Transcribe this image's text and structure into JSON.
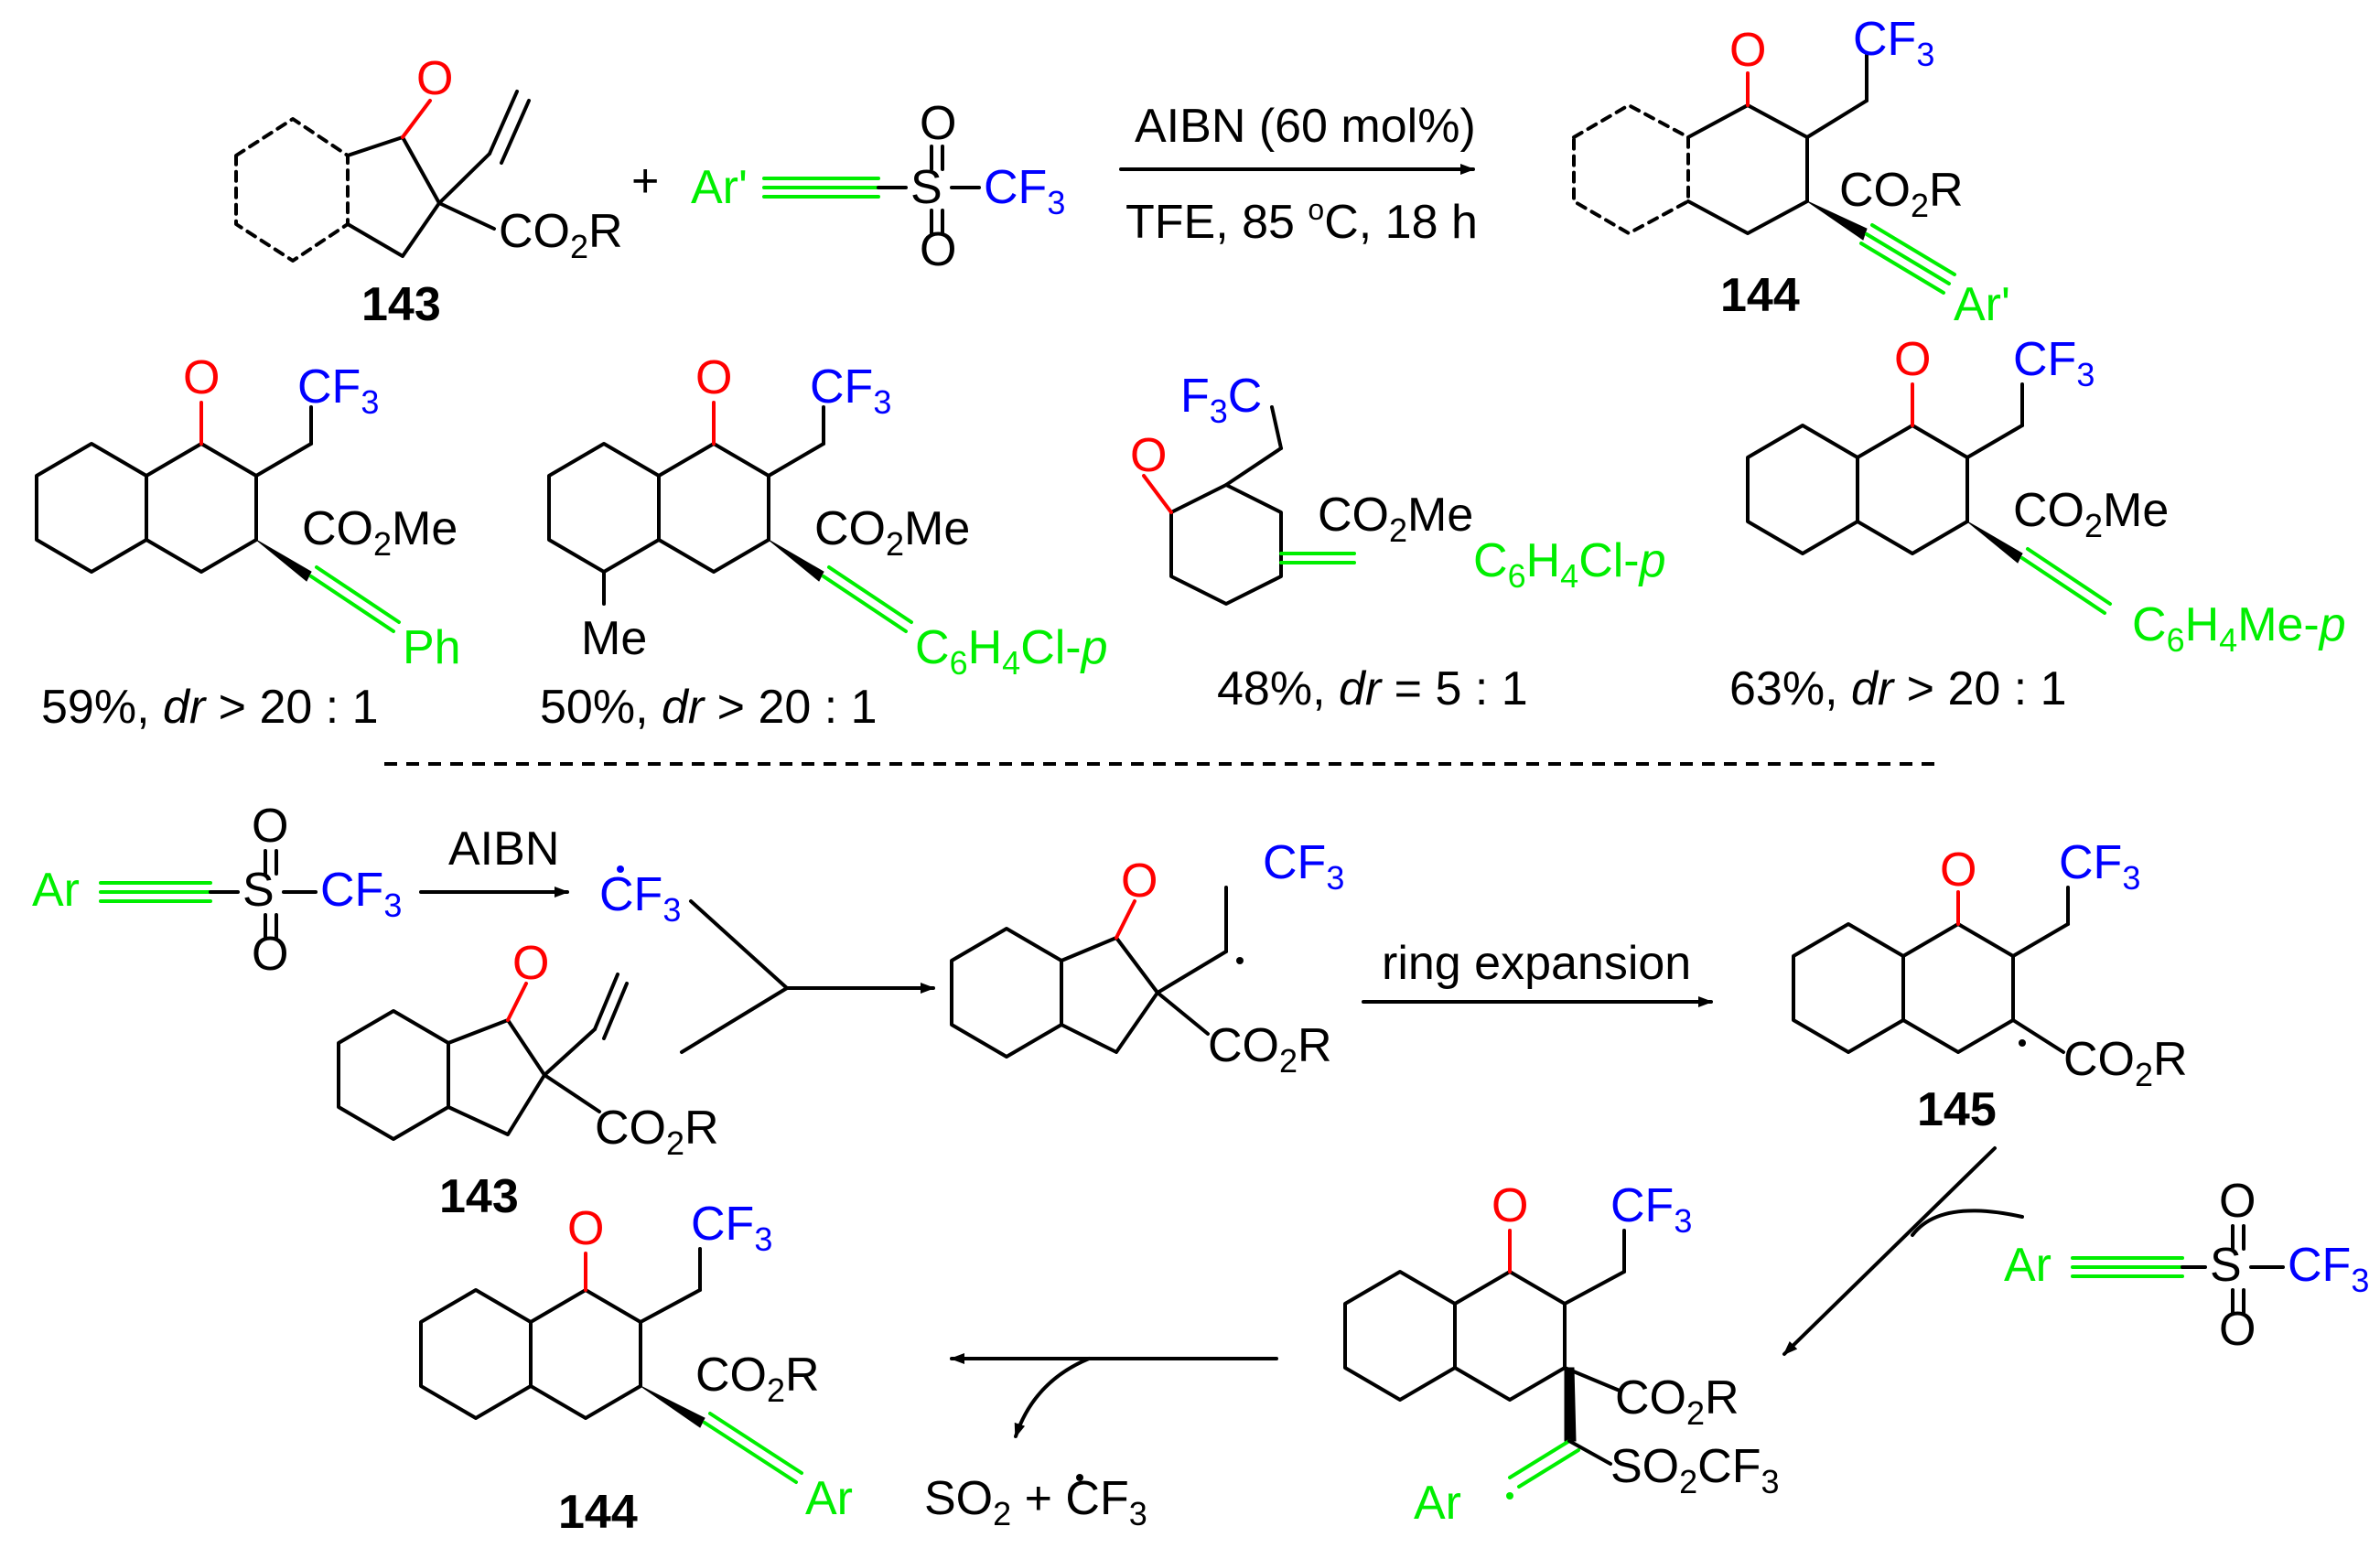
{
  "reaction": {
    "reagent_top": "AIBN (60 mol%)",
    "conditions_bottom": "TFE, 85 °C, 18 h",
    "compound_143": "143",
    "compound_144": "144",
    "compound_145": "145",
    "plus": "+"
  },
  "examples": [
    {
      "result": "59%, dr > 20 : 1",
      "yield": "59%",
      "dr_value": "> 20 : 1",
      "substituent": "Ph"
    },
    {
      "result": "50%, dr > 20 : 1",
      "yield": "50%",
      "dr_value": "> 20 : 1",
      "substituent": "C6H4Cl-p"
    },
    {
      "result": "48%, dr = 5 : 1",
      "yield": "48%",
      "dr_value": "= 5 : 1",
      "substituent": "C6H4Cl-p"
    },
    {
      "result": "63%, dr > 20 : 1",
      "yield": "63%",
      "dr_value": "> 20 : 1",
      "substituent": "C6H4Me-p"
    }
  ],
  "mechanism": {
    "initiator": "AIBN",
    "step_label": "ring expansion",
    "byproduct": "SO2 + CF3"
  },
  "colors": {
    "alkyne": "#00ee00",
    "oxygen": "#ff0000",
    "cf3": "#0000ff",
    "bonds": "#000000"
  }
}
